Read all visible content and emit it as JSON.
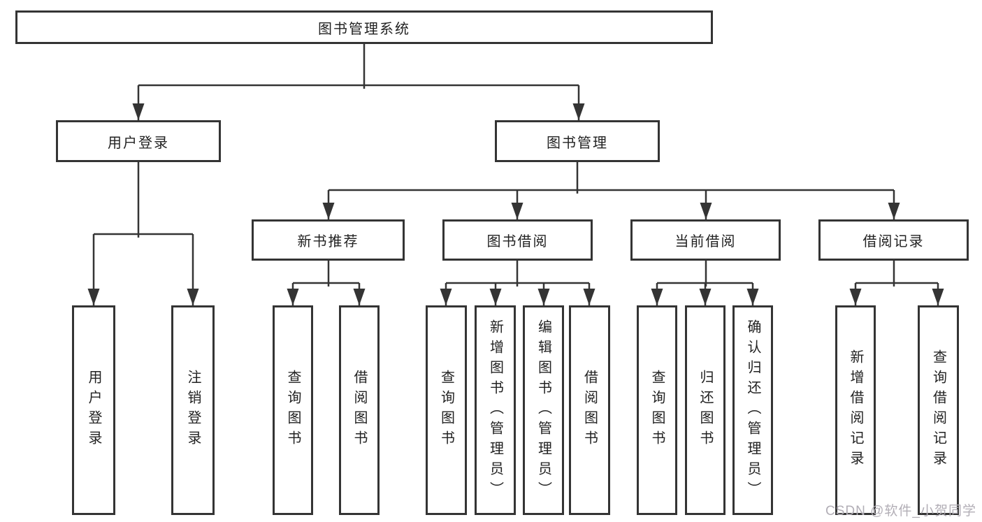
{
  "diagram_title": "图书管理系统",
  "colors": {
    "line": "#343434",
    "node_border": "#343434",
    "text": "#222222",
    "background": "#ffffff",
    "watermark": "#b2aeb6"
  },
  "nodes": {
    "root": {
      "label": "图书管理系统"
    },
    "user_login": {
      "label": "用户登录"
    },
    "book_management": {
      "label": "图书管理"
    },
    "new_book_recommend": {
      "label": "新书推荐"
    },
    "book_borrowing": {
      "label": "图书借阅"
    },
    "current_borrowing": {
      "label": "当前借阅"
    },
    "borrowing_records": {
      "label": "借阅记录"
    },
    "leaves": [
      {
        "id": "user-login",
        "label": "用户登录"
      },
      {
        "id": "logout",
        "label": "注销登录"
      },
      {
        "id": "query-books-recommend",
        "label": "查询图书"
      },
      {
        "id": "borrow-books-recommend",
        "label": "借阅图书"
      },
      {
        "id": "query-books-borrowing",
        "label": "查询图书"
      },
      {
        "id": "add-books-admin",
        "label": "新增图书（管理员）"
      },
      {
        "id": "edit-books-admin",
        "label": "编辑图书（管理员）"
      },
      {
        "id": "borrow-books-borrowing",
        "label": "借阅图书"
      },
      {
        "id": "query-books-current",
        "label": "查询图书"
      },
      {
        "id": "return-books",
        "label": "归还图书"
      },
      {
        "id": "confirm-return-admin",
        "label": "确认归还（管理员）"
      },
      {
        "id": "add-borrow-record",
        "label": "新增借阅记录"
      },
      {
        "id": "query-borrow-record",
        "label": "查询借阅记录"
      }
    ]
  },
  "watermark": {
    "text": "CSDN @软件_小贺同学"
  }
}
